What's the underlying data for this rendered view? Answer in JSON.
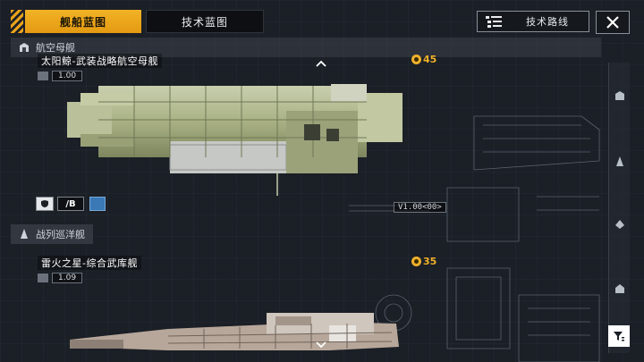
{
  "tabs": {
    "active_label": "舰船蓝图",
    "inactive_label": "技术蓝图"
  },
  "header": {
    "tech_route_label": "技术路线"
  },
  "categories": {
    "carrier_label": "航空母舰",
    "cruiser_label": "战列巡洋舰"
  },
  "ships": [
    {
      "name": "太阳鲸-武装战略航空母舰",
      "version": "1.00",
      "cost": "45",
      "slot_label": "/B",
      "model_tag": "V1.00<00>"
    },
    {
      "name": "雷火之星-综合武库舰",
      "version": "1.09",
      "cost": "35"
    }
  ],
  "colors": {
    "accent": "#f2b226",
    "background": "#1b1f26",
    "cost": "#f0b12a"
  },
  "icons": {
    "route": "list-icon",
    "close": "close-icon",
    "filter": "filter-icon",
    "scroll_up": "chevron-up-icon",
    "scroll_down": "chevron-down-icon"
  }
}
